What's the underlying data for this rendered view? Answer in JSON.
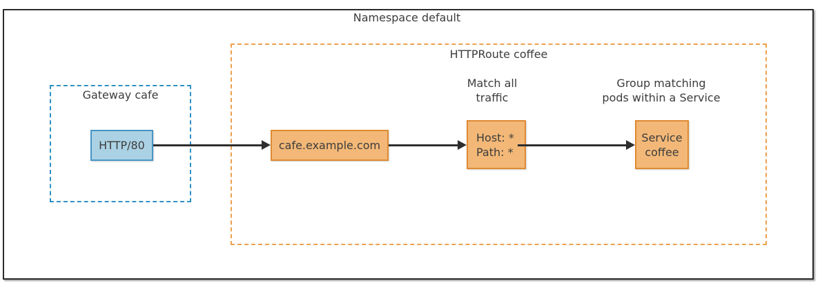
{
  "colors": {
    "blue_fill": "#abd2e4",
    "blue_border": "#4695c4",
    "blue_dashed": "#2e8fc4",
    "orange_fill": "#f3b877",
    "orange_border": "#de8a32",
    "orange_dashed": "#eda04e",
    "text": "#3c3c3c",
    "arrow": "#2e2e2e",
    "frame": "#2b2b2b"
  },
  "frame": {
    "title": "Namespace default"
  },
  "gateway_group": {
    "title": "Gateway cafe",
    "listener_node": {
      "label": "HTTP/80"
    }
  },
  "httproute_group": {
    "title": "HTTPRoute coffee",
    "hostname_node": {
      "label": "cafe.example.com"
    },
    "match_node": {
      "label": "Host: *\nPath: *",
      "annotation": "Match all\ntraffic"
    },
    "service_node": {
      "label": "Service\ncoffee",
      "annotation": "Group matching\npods within a Service"
    }
  }
}
